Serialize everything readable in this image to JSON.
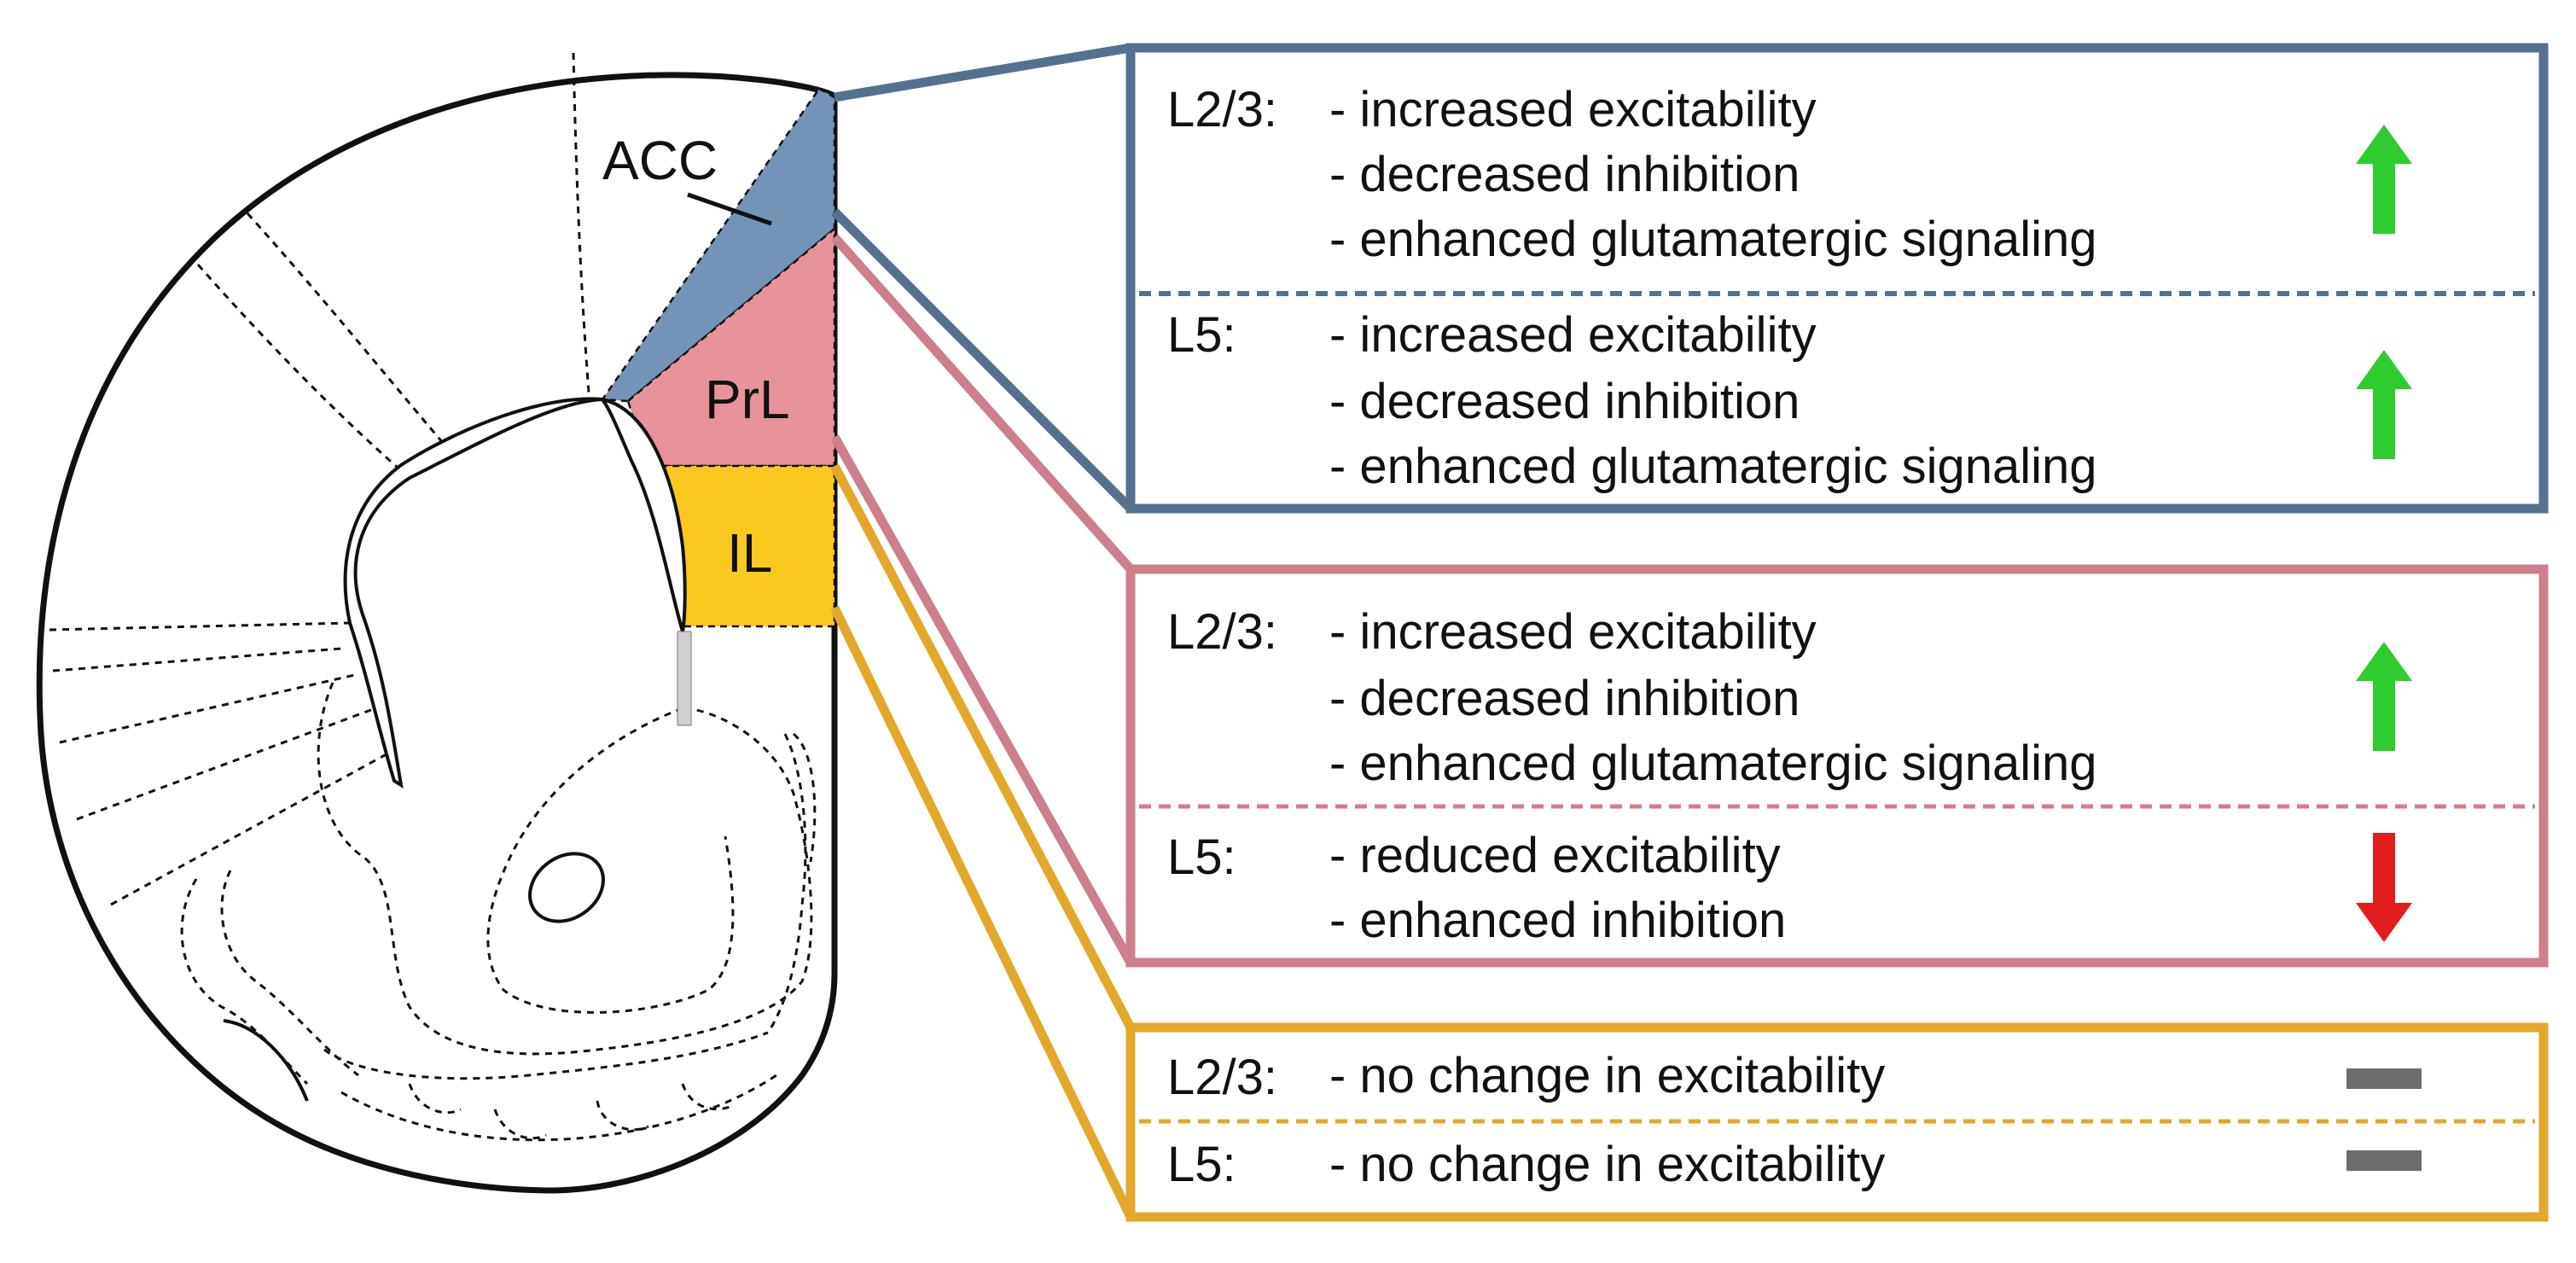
{
  "brain": {
    "regions": [
      {
        "key": "acc",
        "label": "ACC",
        "color": "#7393b7"
      },
      {
        "key": "prl",
        "label": "PrL",
        "color": "#e8929c"
      },
      {
        "key": "il",
        "label": "IL",
        "color": "#fbc81f"
      }
    ]
  },
  "panels": {
    "acc": {
      "border_color": "#56718f",
      "sections": [
        {
          "layer": "L2/3:",
          "items": [
            "- increased excitability",
            "- decreased inhibition",
            "- enhanced glutamatergic signaling"
          ],
          "change": "up-arrow-icon"
        },
        {
          "layer": "L5:",
          "items": [
            "- increased excitability",
            "- decreased inhibition",
            "- enhanced glutamatergic signaling"
          ],
          "change": "up-arrow-icon"
        }
      ]
    },
    "prl": {
      "border_color": "#cd7f8b",
      "sections": [
        {
          "layer": "L2/3:",
          "items": [
            "- increased excitability",
            "- decreased inhibition",
            "- enhanced glutamatergic signaling"
          ],
          "change": "up-arrow-icon"
        },
        {
          "layer": "L5:",
          "items": [
            "- reduced excitability",
            "- enhanced inhibition"
          ],
          "change": "down-arrow-icon"
        }
      ]
    },
    "il": {
      "border_color": "#e3a82b",
      "sections": [
        {
          "layer": "L2/3:",
          "items": [
            "- no change in excitability"
          ],
          "change": "dash-icon"
        },
        {
          "layer": "L5:",
          "items": [
            "- no change in excitability"
          ],
          "change": "dash-icon"
        }
      ]
    }
  },
  "colors": {
    "up": "#2ecc2e",
    "down": "#e21d1d",
    "none": "#6d6d6d"
  }
}
